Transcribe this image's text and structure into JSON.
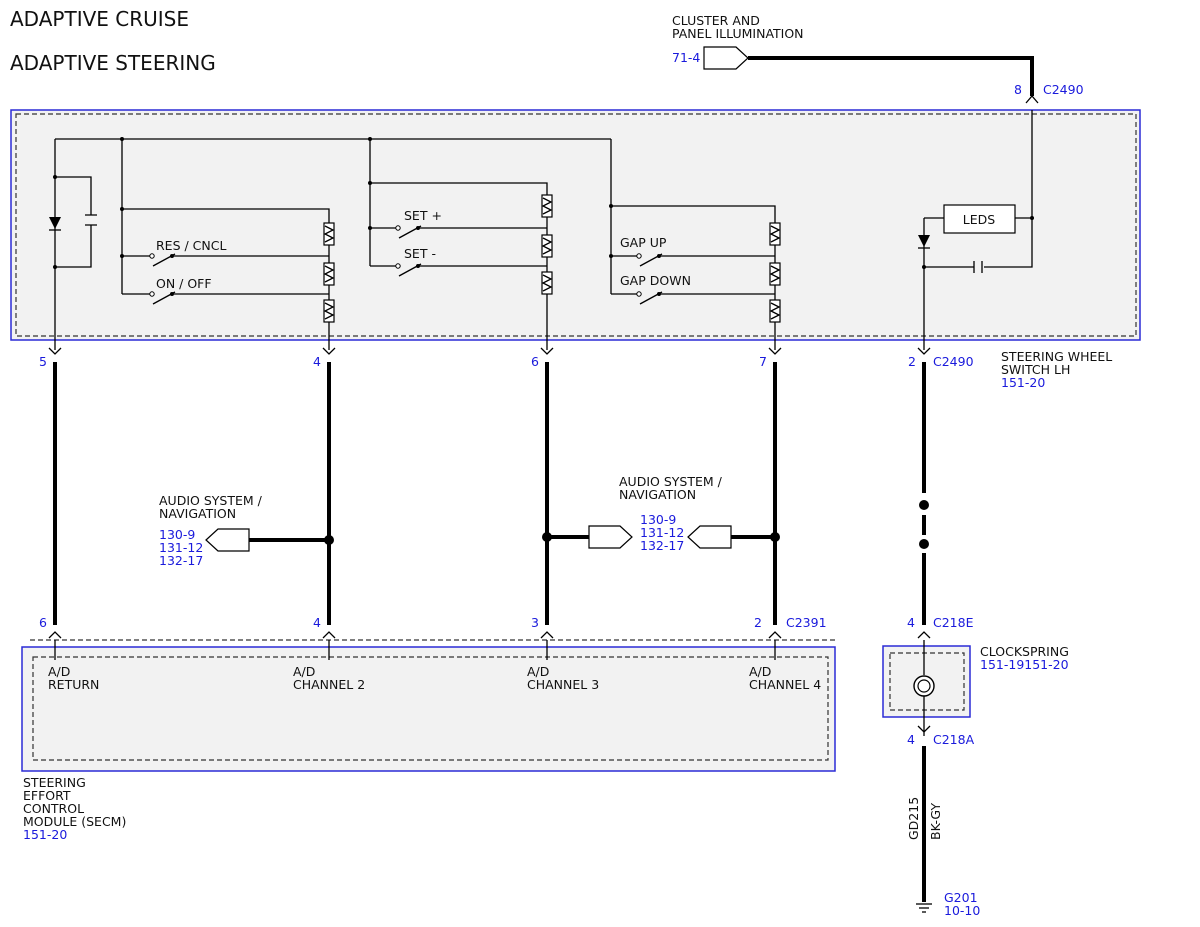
{
  "titles": [
    "ADAPTIVE CRUISE",
    "ADAPTIVE STEERING"
  ],
  "cluster": {
    "line1": "CLUSTER AND",
    "line2": "PANEL ILLUMINATION",
    "ref": "71-4"
  },
  "switch_pins_top": {
    "pin": "8",
    "connector": "C2490"
  },
  "switch_labels": {
    "res_cncl": "RES / CNCL",
    "on_off": "ON / OFF",
    "set_plus": "SET +",
    "set_minus": "SET -",
    "gap_up": "GAP UP",
    "gap_down": "GAP DOWN",
    "leds": "LEDS"
  },
  "switch_module": {
    "line1": "STEERING WHEEL",
    "line2": "SWITCH LH",
    "ref": "151-20"
  },
  "switch_pins_bottom": [
    "5",
    "4",
    "6",
    "7",
    "2"
  ],
  "switch_connector_bottom": "C2490",
  "audio_left": {
    "line1": "AUDIO SYSTEM /",
    "line2": "NAVIGATION",
    "refs": [
      "130-9",
      "131-12",
      "132-17"
    ]
  },
  "audio_right": {
    "line1": "AUDIO SYSTEM /",
    "line2": "NAVIGATION",
    "refs": [
      "130-9",
      "131-12",
      "132-17"
    ]
  },
  "secm_pins": [
    "6",
    "4",
    "3",
    "2"
  ],
  "secm_connector": "C2391",
  "secm_labels": [
    {
      "line1": "A/D",
      "line2": "RETURN"
    },
    {
      "line1": "A/D",
      "line2": "CHANNEL 2"
    },
    {
      "line1": "A/D",
      "line2": "CHANNEL 3"
    },
    {
      "line1": "A/D",
      "line2": "CHANNEL 4"
    }
  ],
  "secm_module": {
    "line1": "STEERING",
    "line2": "EFFORT",
    "line3": "CONTROL",
    "line4": "MODULE (SECM)",
    "ref": "151-20"
  },
  "clockspring": {
    "name": "CLOCKSPRING",
    "ref": "151-19151-20",
    "pin_top": "4",
    "connector_top": "C218E",
    "pin_bottom": "4",
    "connector_bottom": "C218A"
  },
  "ground_wire": {
    "circuit": "GD215",
    "color": "BK-GY"
  },
  "ground": {
    "name": "G201",
    "ref": "10-10"
  }
}
